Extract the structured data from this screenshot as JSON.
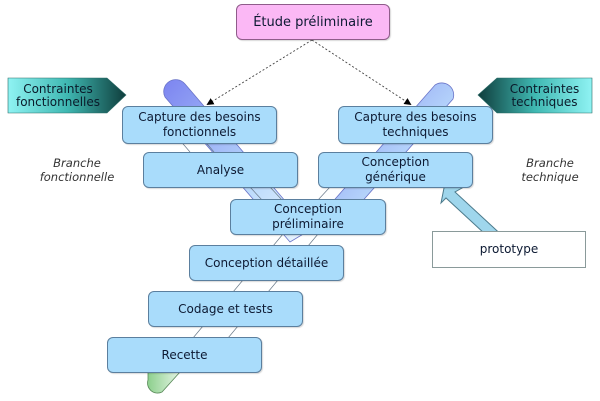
{
  "top": {
    "label": "Étude préliminaire"
  },
  "constraints": {
    "functional": "Contraintes fonctionnelles",
    "technical": "Contraintes techniques"
  },
  "branches": {
    "functional": "Branche fonctionnelle",
    "technical": "Branche technique"
  },
  "functional_branch": {
    "capture": "Capture des besoins fonctionnels",
    "analysis": "Analyse"
  },
  "technical_branch": {
    "capture": "Capture des besoins techniques",
    "generic_design": "Conception générique"
  },
  "merged": {
    "preliminary_design": "Conception préliminaire",
    "detailed_design": "Conception détaillée",
    "coding": "Codage et tests",
    "acceptance": "Recette"
  },
  "prototype": {
    "label": "prototype"
  },
  "colors": {
    "step_fill": "#a9dcfb",
    "top_fill": "#fbb8f5",
    "constraint_teal": "#66e0e0"
  }
}
